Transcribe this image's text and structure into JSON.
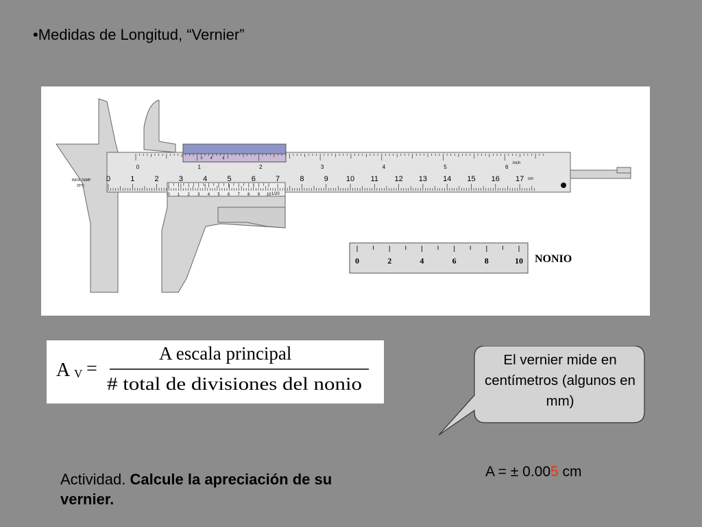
{
  "slide": {
    "title": "•Medidas de Longitud, “Vernier”",
    "background": "#8c8c8c"
  },
  "caliper": {
    "jaw_text_1": "INOX TEMP",
    "jaw_text_2": "20°C",
    "inch_unit": "inch",
    "cm_unit": "cm",
    "main_cm_labels": [
      "0",
      "1",
      "2",
      "3",
      "4",
      "5",
      "6",
      "7",
      "8",
      "9",
      "10",
      "11",
      "12",
      "13",
      "14",
      "15",
      "16",
      "17"
    ],
    "main_inch_labels": [
      "0",
      "1",
      "2",
      "3",
      "4",
      "5",
      "6"
    ],
    "vernier_scale_labels": [
      "0",
      "1",
      "2",
      "3",
      "4",
      "5",
      "6",
      "7",
      "8",
      "9",
      "10"
    ],
    "vernier_precision": "1/20",
    "slider_inch_labels": [
      "0",
      "4",
      "8"
    ]
  },
  "nonio": {
    "label": "NONIO",
    "scale_labels": [
      "0",
      "2",
      "4",
      "6",
      "8",
      "10"
    ]
  },
  "formula": {
    "lhs": "A",
    "lhs_sub": "V",
    "equals": "=",
    "numerator": "A escala principal",
    "denominator": "# total de divisiones del nonio"
  },
  "callout": {
    "text": "El vernier mide en centímetros (algunos en mm)",
    "fill": "#d3d3d3"
  },
  "result": {
    "prefix": "A = ± 0.00",
    "highlight": "5",
    "suffix": " cm",
    "highlight_color": "#e8320e"
  },
  "activity": {
    "lead": "Actividad.",
    "bold": "Calcule la apreciación de su vernier."
  }
}
